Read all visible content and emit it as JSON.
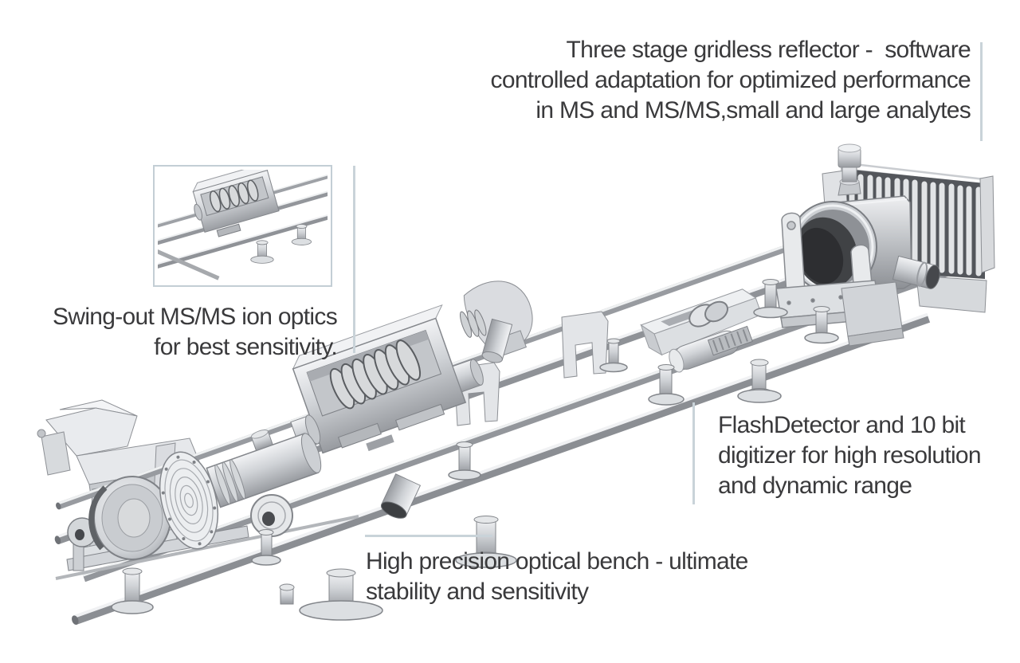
{
  "page": {
    "background": "#ffffff"
  },
  "colors": {
    "text": "#3a3a3c",
    "leader_line": "#c9d3d9",
    "inset_border": "#c3ced5",
    "metal_light": "#eceef0",
    "metal_mid": "#c6c9cd",
    "metal_dark": "#8f9297",
    "bore_dark": "#2d2e31"
  },
  "annotations": {
    "reflector": {
      "lines": [
        "Three stage gridless reflector -  software",
        "controlled adaptation for optimized performance",
        "in MS and MS/MS,small and large analytes"
      ]
    },
    "swing_out": {
      "lines": [
        "Swing-out MS/MS ion optics",
        "for best sensitivity."
      ]
    },
    "flash_detector": {
      "lines": [
        "FlashDetector and 10 bit",
        "digitizer for high resolution",
        "and dynamic range"
      ]
    },
    "optical_bench": {
      "lines": [
        "High precision optical bench - ultimate",
        "stability and sensitivity"
      ]
    }
  }
}
